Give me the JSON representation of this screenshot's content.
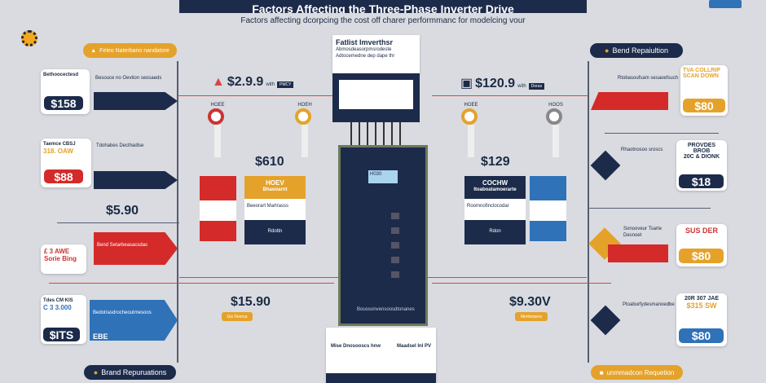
{
  "title": "Factors Affecting the Three-Phase Inverter Drive",
  "subtitle": "Factors affecting dcorpcing the cost off charer performmanc for modelcing vour",
  "center": {
    "top_title": "Fatlist Imverthsr",
    "top_line1": "Abmosdeasorpmsrodeste",
    "top_line2": "Adtocemedne dep dape thr",
    "display": "H030",
    "footer": "Bouosonvensoosdtonanes",
    "bottom_col1": "Mise Dnosooscs hnw",
    "bottom_col2": "Maadsel Inl PV"
  },
  "prices": {
    "top_left": "$2.9.9",
    "top_left_unit": "with",
    "top_left_tag": "PMCY",
    "top_right": "$120.9",
    "top_right_unit": "with",
    "top_right_tag": "Doras",
    "mid_left": "$610",
    "mid_right": "$129",
    "low_left": "$15.90",
    "low_left_tag": "Gis Deerus",
    "low_right": "$9.30V",
    "low_right_tag": "Merllonpers"
  },
  "gauges": [
    "HOEE",
    "HOEH",
    "HOEE",
    "HOOS"
  ],
  "blocks": {
    "left_orange_title": "HOEV",
    "left_orange_sub": "Bhaooarnt",
    "left_mid": "Beeorart Martrasss",
    "left_navy": "Rdottn",
    "right_navy_title": "COCHW",
    "right_navy_sub": "Itoaboatamoerarte",
    "right_mid": "Roomnofinclocodar",
    "right_navy": "Rdon"
  },
  "left": {
    "pill": "Feleo Naterbario nandatore",
    "cards": [
      {
        "title": "Bethoocectesd",
        "price": "$158",
        "desc": "Besouce no Oevtion seosaeds"
      },
      {
        "title": "Taemce CBSJ",
        "subtitle": "318. OAW",
        "price": "$88",
        "desc": "Tdohabes Decthadlse"
      },
      {
        "subtitle": "£ 3 AWE",
        "title": "Sorie Bing",
        "desc": "Bend Setarbeasacsdas"
      },
      {
        "title": "Tdes CM KIS",
        "subtitle": "C 3 3.000",
        "price": "$ITS",
        "tag": "EBE",
        "desc": "Bedotrasdrocheoutmesoos"
      }
    ],
    "mid_price": "$5.90",
    "bottom_pill": "Brand Repuruations"
  },
  "right": {
    "pill": "Bend Repaiultion",
    "cards": [
      {
        "title": "TVA COLLRIP",
        "subtitle": "SCAN DOWN",
        "price": "$80",
        "desc": "Rtobasoufsam sesaoefsuch"
      },
      {
        "title": "PROVDES BROB",
        "subtitle": "20C & DIONK",
        "price": "$18",
        "desc": "Rhaotnosoo sroscs"
      },
      {
        "title": "SUS DER",
        "price": "$80",
        "desc": "Sonooveur Tsarte Desnoet"
      },
      {
        "title": "20R 307 JAE",
        "subtitle": "$315 SW",
        "price": "$80",
        "desc": "Ptoaburfydesmanoedbe"
      }
    ],
    "bottom_pill": "unmmadcon Requetion"
  },
  "colors": {
    "navy": "#1c2b4a",
    "red": "#d42a2a",
    "orange": "#e5a22a",
    "blue": "#2f72b8"
  }
}
